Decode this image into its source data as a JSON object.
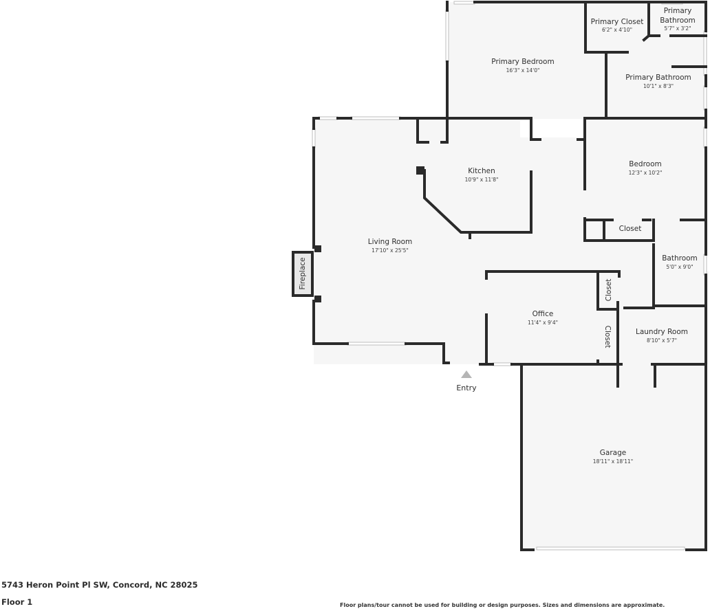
{
  "plan": {
    "address": "5743 Heron Point Pl SW, Concord, NC 28025",
    "floor_label": "Floor 1",
    "disclaimer": "Floor plans/tour cannot be used for building or design purposes. Sizes and dimensions are approximate.",
    "entry_label": "Entry",
    "colors": {
      "wall": "#2a2a2a",
      "floor": "#f6f6f6",
      "entry_marker": "#b5b5b5"
    },
    "rooms": {
      "primary_bedroom": {
        "name": "Primary Bedroom",
        "dims": "16'3\" x 14'0\""
      },
      "primary_closet": {
        "name": "Primary Closet",
        "dims": "6'2\" x 4'10\""
      },
      "primary_bathroom_small": {
        "name_line1": "Primary",
        "name_line2": "Bathroom",
        "dims": "5'7\" x 3'2\""
      },
      "primary_bathroom": {
        "name": "Primary Bathroom",
        "dims": "10'1\" x 8'3\""
      },
      "kitchen": {
        "name": "Kitchen",
        "dims": "10'9\" x 11'8\""
      },
      "bedroom": {
        "name": "Bedroom",
        "dims": "12'3\" x 10'2\""
      },
      "closet_bedroom": {
        "name": "Closet"
      },
      "living_room": {
        "name": "Living Room",
        "dims": "17'10\" x 25'5\""
      },
      "fireplace": {
        "name": "Fireplace"
      },
      "bathroom": {
        "name": "Bathroom",
        "dims": "5'0\" x 9'0\""
      },
      "office": {
        "name": "Office",
        "dims": "11'4\" x 9'4\""
      },
      "closet_office_upper": {
        "name": "Closet"
      },
      "closet_office_lower": {
        "name": "Closet"
      },
      "laundry_room": {
        "name": "Laundry Room",
        "dims": "8'10\" x 5'7\""
      },
      "garage": {
        "name": "Garage",
        "dims": "18'11\" x 18'11\""
      }
    }
  }
}
